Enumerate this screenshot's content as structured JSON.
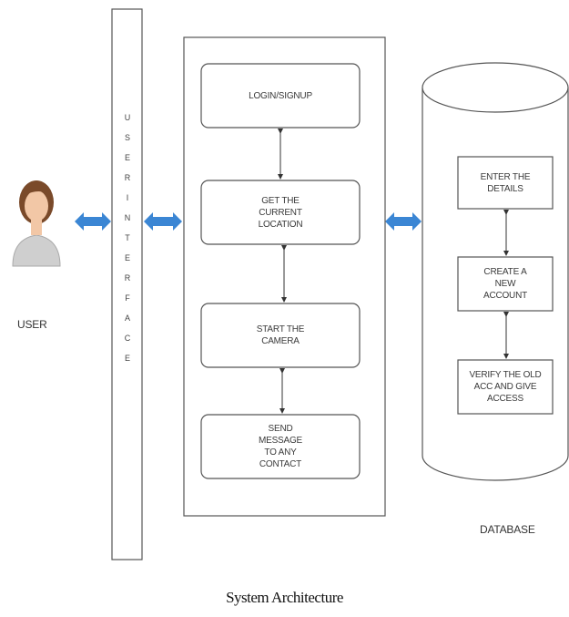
{
  "user": {
    "label": "USER",
    "icon": "user-avatar-icon"
  },
  "interface": {
    "letters": [
      "U",
      "S",
      "E",
      "R",
      "I",
      "N",
      "T",
      "E",
      "R",
      "F",
      "A",
      "C",
      "E"
    ]
  },
  "app_steps": [
    {
      "label": "LOGIN/SIGNUP"
    },
    {
      "label": "GET THE\nCURRENT\nLOCATION"
    },
    {
      "label": "START THE\nCAMERA"
    },
    {
      "label": "SEND\nMESSAGE\nTO ANY\nCONTACT"
    }
  ],
  "database": {
    "label": "DATABASE",
    "steps": [
      {
        "label": "ENTER THE\nDETAILS"
      },
      {
        "label": "CREATE A\nNEW\nACCOUNT"
      },
      {
        "label": "VERIFY THE OLD\nACC AND GIVE\nACCESS"
      }
    ]
  },
  "caption": "System Architecture",
  "colors": {
    "connector": "#3b86d4",
    "stroke": "#555555",
    "skin": "#f2c7a6",
    "hair": "#7a4a2a",
    "shirt": "#cfcfcf"
  }
}
